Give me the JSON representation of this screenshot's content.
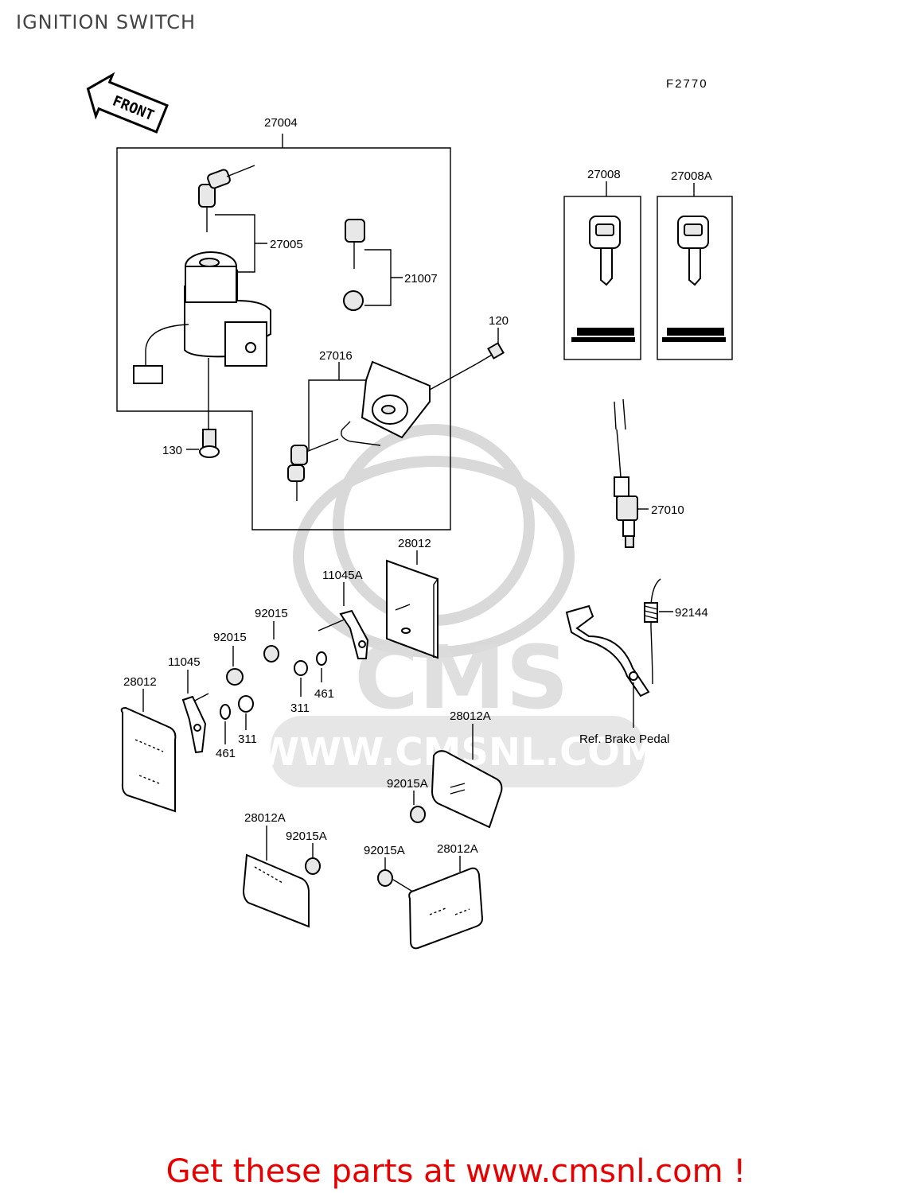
{
  "title": "IGNITION SWITCH",
  "figure_code": "F2770",
  "front_label": "FRONT",
  "watermark": {
    "logo": "CMS",
    "url": "WWW.CMSNL.COM"
  },
  "labels": {
    "p27004": "27004",
    "p27005": "27005",
    "p21007": "21007",
    "p120": "120",
    "p27016": "27016",
    "p130": "130",
    "p27008": "27008",
    "p27008A": "27008A",
    "p27010": "27010",
    "p28012_top": "28012",
    "p11045A": "11045A",
    "p92015_a": "92015",
    "p92015_b": "92015",
    "p11045": "11045",
    "p28012_left": "28012",
    "p311_a": "311",
    "p461_a": "461",
    "p311_b": "311",
    "p461_b": "461",
    "p92144": "92144",
    "ref_brake": "Ref. Brake Pedal",
    "p28012A_a": "28012A",
    "p92015A_a": "92015A",
    "p28012A_b": "28012A",
    "p92015A_b": "92015A",
    "p92015A_c": "92015A",
    "p28012A_c": "28012A"
  },
  "footer": "Get these parts at www.cmsnl.com !"
}
